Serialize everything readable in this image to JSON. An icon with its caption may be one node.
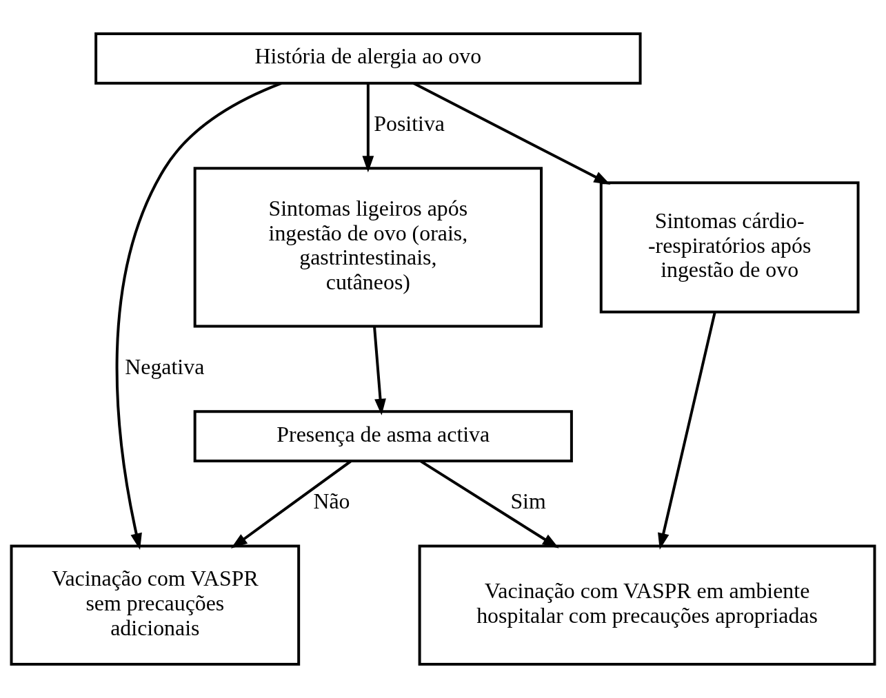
{
  "diagram": {
    "nodes": [
      {
        "text": [
          "História de alergia ao ovo"
        ]
      },
      {
        "text": [
          "Sintomas ligeiros após ingestão de ovo (orais, gastrintestinais, cutâneos)"
        ]
      },
      {
        "text": [
          "Sintomas cárdio- -respiratórios após ingestão de ovo"
        ]
      },
      {
        "text": [
          "Presença de asma activa"
        ]
      },
      {
        "text": [
          "Vacinação com VASPR sem precauções adicionais"
        ]
      },
      {
        "text": [
          "Vacinação com VASPR em ambiente hospitalar com precauções apropriadas"
        ]
      }
    ],
    "edges": [
      {
        "from": 0,
        "to": 4,
        "arrow": "to",
        "label": "Negativa"
      },
      {
        "from": 0,
        "to": 1,
        "arrow": "to",
        "label": "Positiva"
      },
      {
        "from": 0,
        "to": 2,
        "arrow": "to"
      },
      {
        "from": 1,
        "to": 3,
        "arrow": "to"
      },
      {
        "from": 3,
        "to": 4,
        "arrow": "to",
        "label": "Não"
      },
      {
        "from": 3,
        "to": 5,
        "arrow": "to",
        "label": "Sim"
      },
      {
        "from": 2,
        "to": 5,
        "arrow": "to"
      }
    ]
  }
}
